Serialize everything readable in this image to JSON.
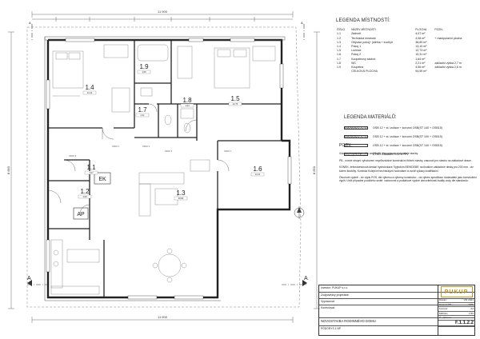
{
  "plan": {
    "top_dimension": "11 900",
    "bottom_dimension": "11 900",
    "left_dimension": "8 850",
    "right_dimension": "8 850",
    "section_labels": [
      "A",
      "A",
      "A",
      "A"
    ],
    "rooms": [
      {
        "id": "1.4",
        "area": "13,10"
      },
      {
        "id": "1.5",
        "area": "12,73"
      },
      {
        "id": "1.9",
        "area": "4,56"
      },
      {
        "id": "1.7",
        "area": "2,21"
      },
      {
        "id": "1.8",
        "area": "1,64"
      },
      {
        "id": "1.1",
        "area": "4,07"
      },
      {
        "id": "1.2",
        "area": "4,08"
      },
      {
        "id": "1.3",
        "area": "38,89"
      },
      {
        "id": "1.6",
        "area": "10,31"
      }
    ],
    "equipment_labels": [
      "EK",
      "AP"
    ],
    "window_labels": [
      "OKNO 1",
      "OKNO 2",
      "OKNO 3",
      "OKNO 4",
      "OKNO 5"
    ]
  },
  "legend_rooms": {
    "title": "LEGENDA MÍSTNOSTÍ:",
    "headers": [
      "ČÍSLO",
      "NÁZEV MÍSTNOSTI",
      "PLOCHA",
      "POZN."
    ],
    "rows": [
      [
        "1.1",
        "Zádveří",
        "4,07 m²",
        ""
      ],
      [
        "1.2",
        "Technická místnost",
        "4,08 m²",
        "+ manipulační plocha"
      ],
      [
        "1.3",
        "Obývací pokoj+ jídelna + kuchyň",
        "38,89 m²",
        ""
      ],
      [
        "1.4",
        "Pokoj 1",
        "13,10 m²",
        ""
      ],
      [
        "1.5",
        "Ložnice",
        "12,73 m²",
        ""
      ],
      [
        "1.6",
        "Pokoj 2",
        "10,31 m²",
        ""
      ],
      [
        "1.7",
        "Koupelnový sádrot.",
        "1,64 m²",
        ""
      ],
      [
        "1.8",
        "WC",
        "2,21 m²",
        "základní výška 2,7 m"
      ],
      [
        "1.9",
        "Koupelna",
        "4,56 m²",
        "základní výška 2,6 m"
      ],
      [
        "",
        "CELKOVÁ PLOCHA",
        "94,59 m²",
        ""
      ]
    ]
  },
  "legend_materials": {
    "title": "LEGENDA MATERIÁLŮ:",
    "items": [
      {
        "label": "OSB 12 + st. izolace + korunní OSB(ST 140 + OSB15)",
        "style": "hatch"
      },
      {
        "label": "OSB 12 + st. izolace + korunní OSB(ST 100 + OSB15)",
        "style": "hatch"
      },
      {
        "label": "OSB 12 + st. izolace + korunní OSB(ST 140 + OSB15)",
        "style": "plain"
      },
      {
        "label": "ETICS Základní HVV k PPv",
        "style": "dots"
      }
    ]
  },
  "notes": {
    "title": "POZN.:",
    "paragraphs": [
      "Všechny konstrukce - dle certifikátů dřevostaveb dodavatele stavby.",
      "PB - nosné stropní vyhotovení neprůvzdušné konstrukční fólie/ni stavby, zasunutí pro stavbu na základové desce.",
      "KONEK: železobetonová deska/ hydroizolace 'Syjectom BEHIDEBS' na tloušťce základové desky pro 200 mm - viz kolem tloušťky. Kontrola Kolejními technickými hodnotami a uvnitř výkazy kvalifikační.",
      "Otvorové výplně - viz výpis POS, dle výkresu a výkresy konstrukcí - viz výkres specifikací dodavatele jako konstrukční výplň. Určit případné použitého sedel: vodorovné a podlahové výplně obnovitelnosti kvality vody dle standardu."
    ]
  },
  "title_block": {
    "investor": "Investor: PUKUP s.r.o.",
    "rows": [
      "Zodpovědný projektant:",
      "Vypracoval:",
      "Kontroloval:"
    ],
    "project": "NOVOSTAVBA RODINNÉHO DOMU",
    "drawing": "PŮDORYS 1.NP",
    "company": "PUKUP",
    "right_cells": [
      [
        "Datum:",
        "VIII.2021"
      ],
      [
        "Stupeň PD:",
        "DPS"
      ],
      [
        "Formát:",
        "A3"
      ],
      [
        "Měřítko:",
        "1:50"
      ],
      [
        "Č. výkresu:",
        ""
      ]
    ],
    "drawing_number": "F.1.1.2.2"
  }
}
